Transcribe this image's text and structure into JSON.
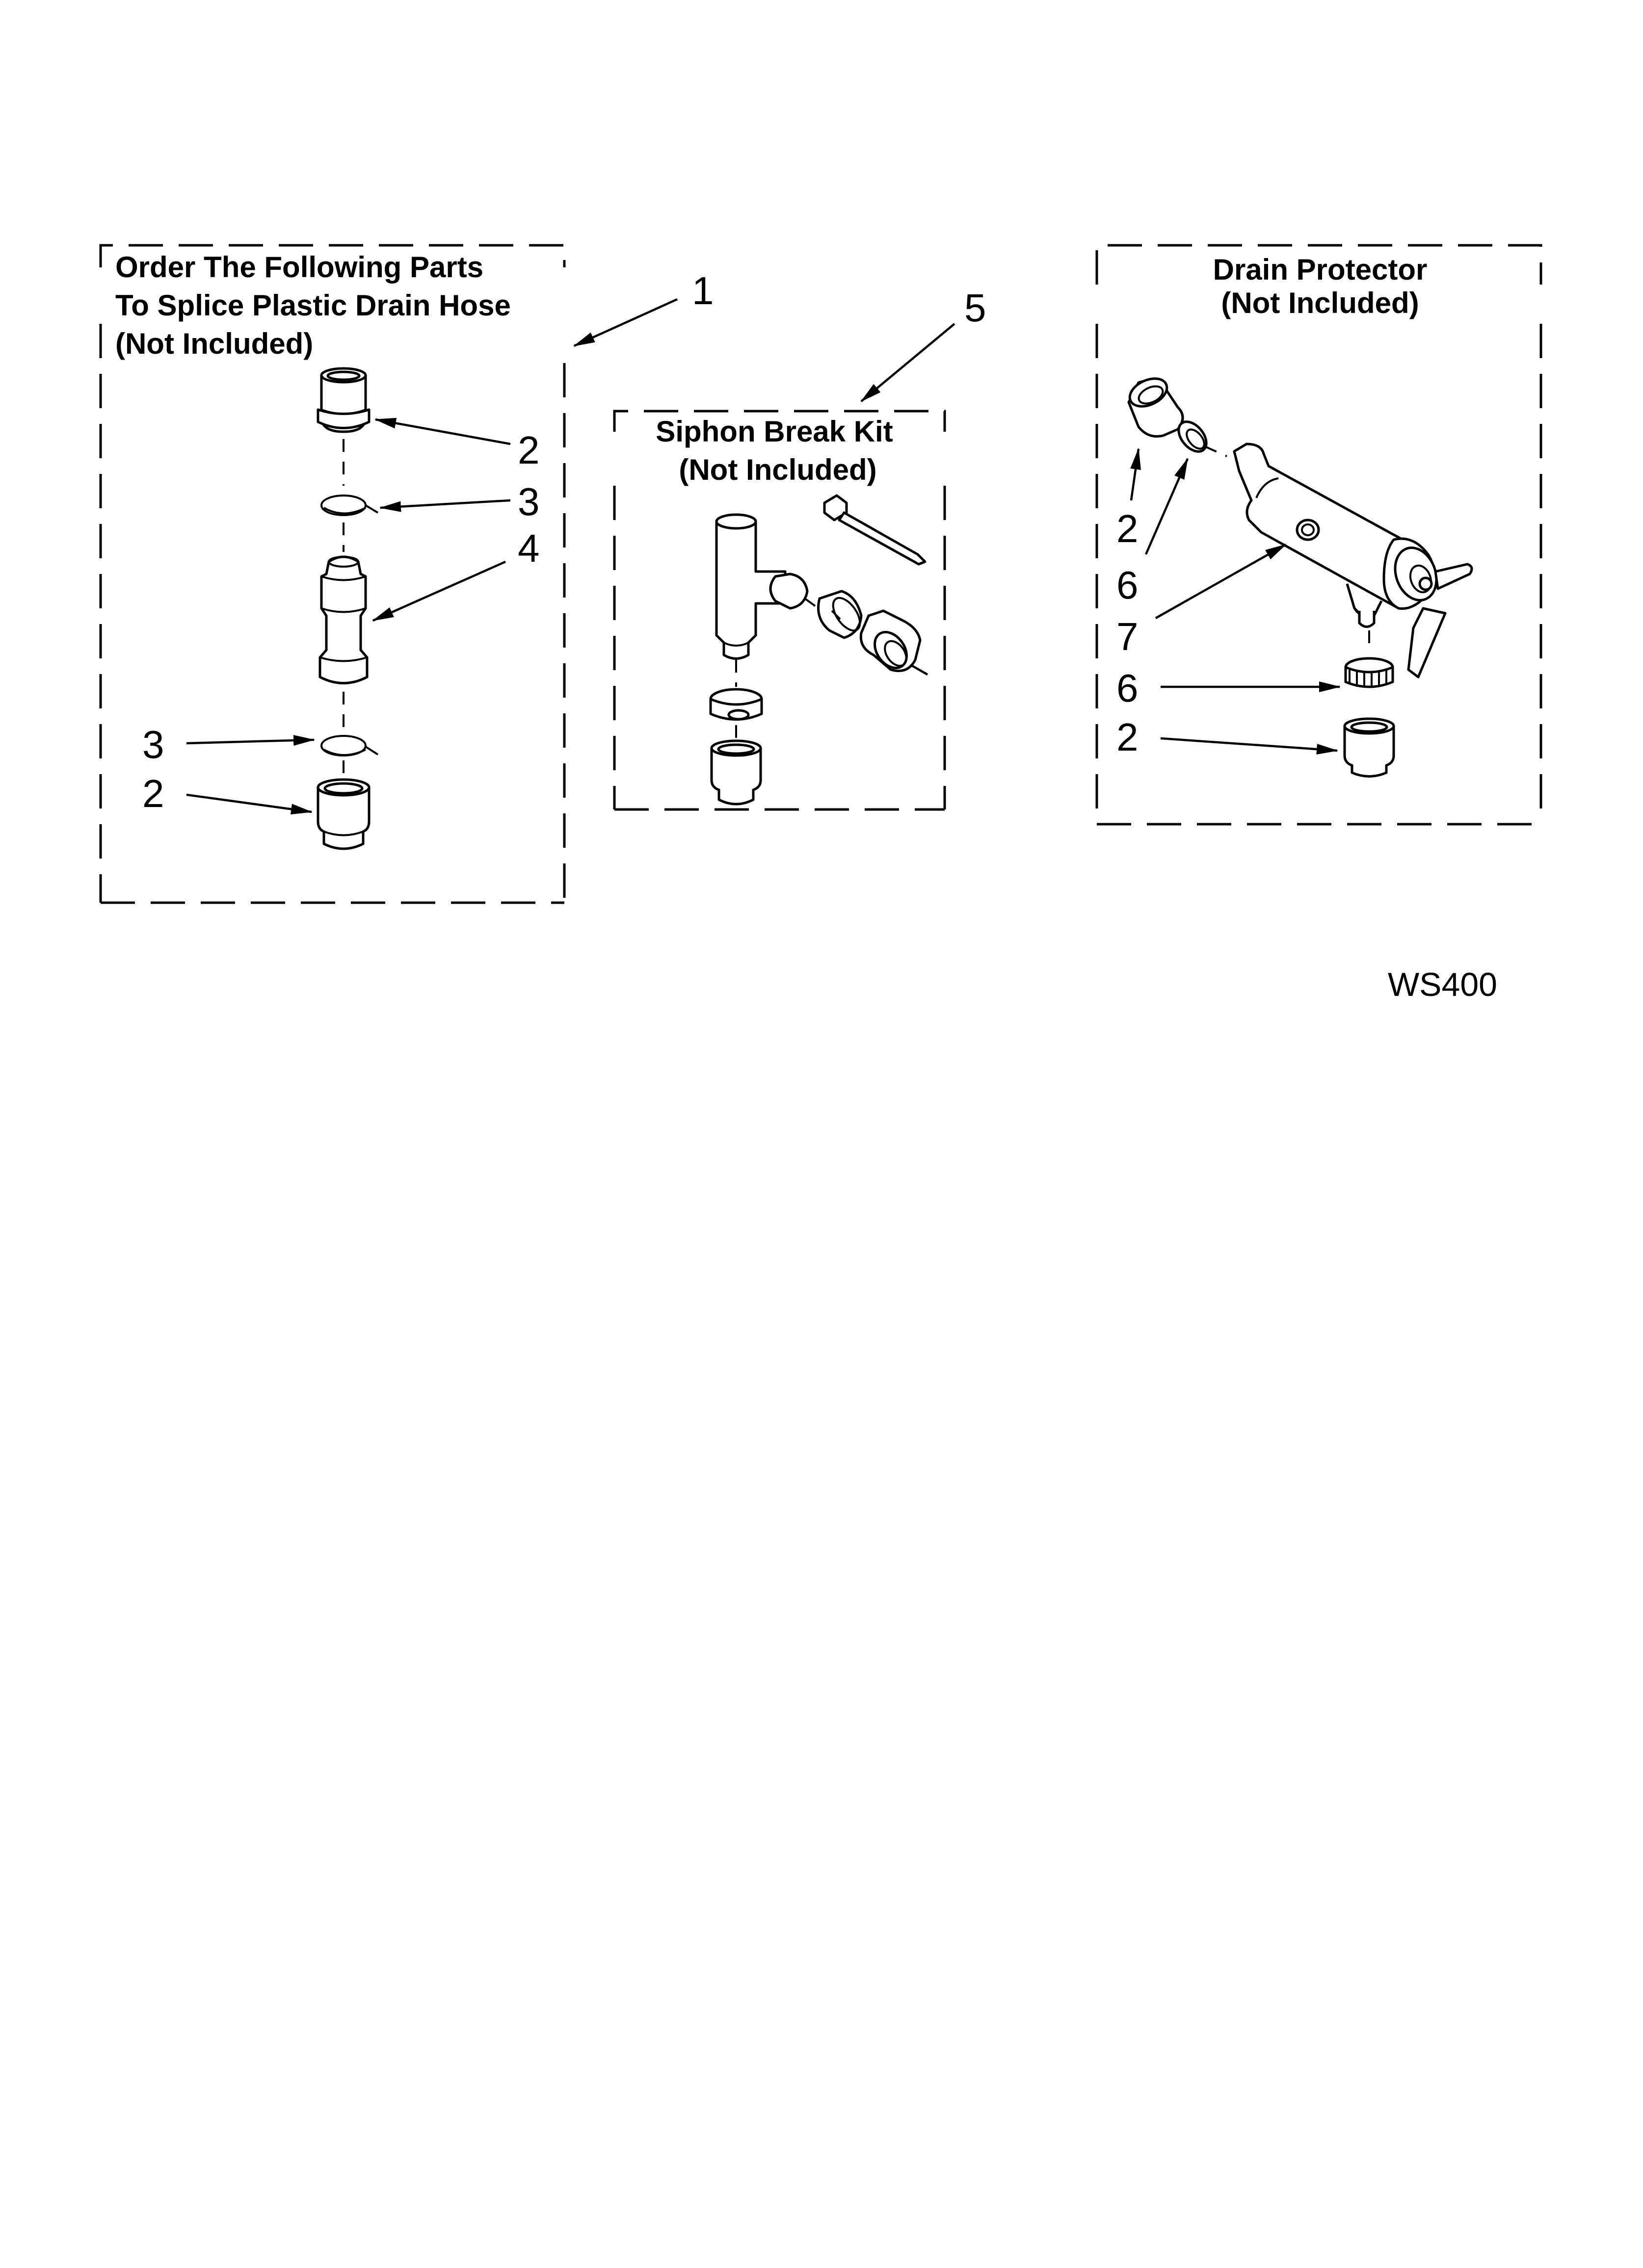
{
  "kits": [
    {
      "title_lines": [
        "Order The Following Parts",
        "To Splice Plastic Drain Hose",
        "(Not Included)"
      ],
      "kit_callout": "1",
      "callouts": [
        "2",
        "3",
        "4",
        "3",
        "2"
      ]
    },
    {
      "title_lines": [
        "Siphon Break Kit",
        "(Not Included)"
      ],
      "kit_callout": "5"
    },
    {
      "title_lines": [
        "Drain Protector",
        "(Not Included)"
      ],
      "callouts": [
        "2",
        "6",
        "7",
        "6",
        "2"
      ]
    }
  ],
  "figure_code": "WS400",
  "icons": [
    "adapter-icon",
    "clamp-icon",
    "connector-icon",
    "tee-fitting-icon",
    "cable-tie-icon",
    "drain-protector-icon"
  ]
}
